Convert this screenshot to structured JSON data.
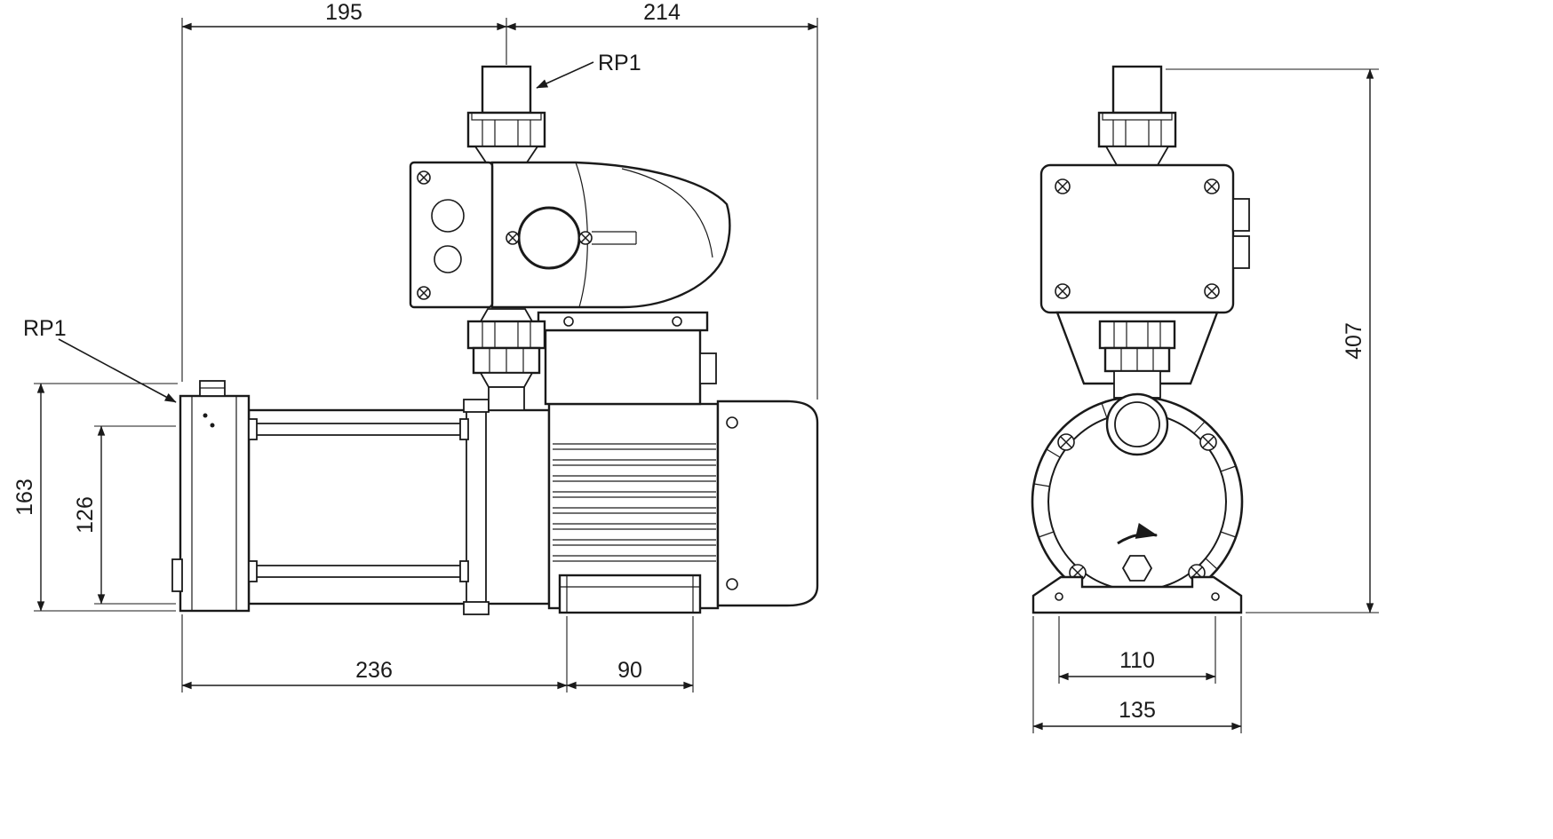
{
  "drawing": {
    "side_view": {
      "dim_top_left": "195",
      "dim_top_right": "214",
      "dim_height_outer": "163",
      "dim_height_inner": "126",
      "dim_length_pump": "236",
      "dim_length_foot": "90",
      "label_port_top": "RP1",
      "label_port_inlet": "RP1"
    },
    "front_view": {
      "dim_height_total": "407",
      "dim_bolt_spacing": "110",
      "dim_base_width": "135"
    }
  }
}
